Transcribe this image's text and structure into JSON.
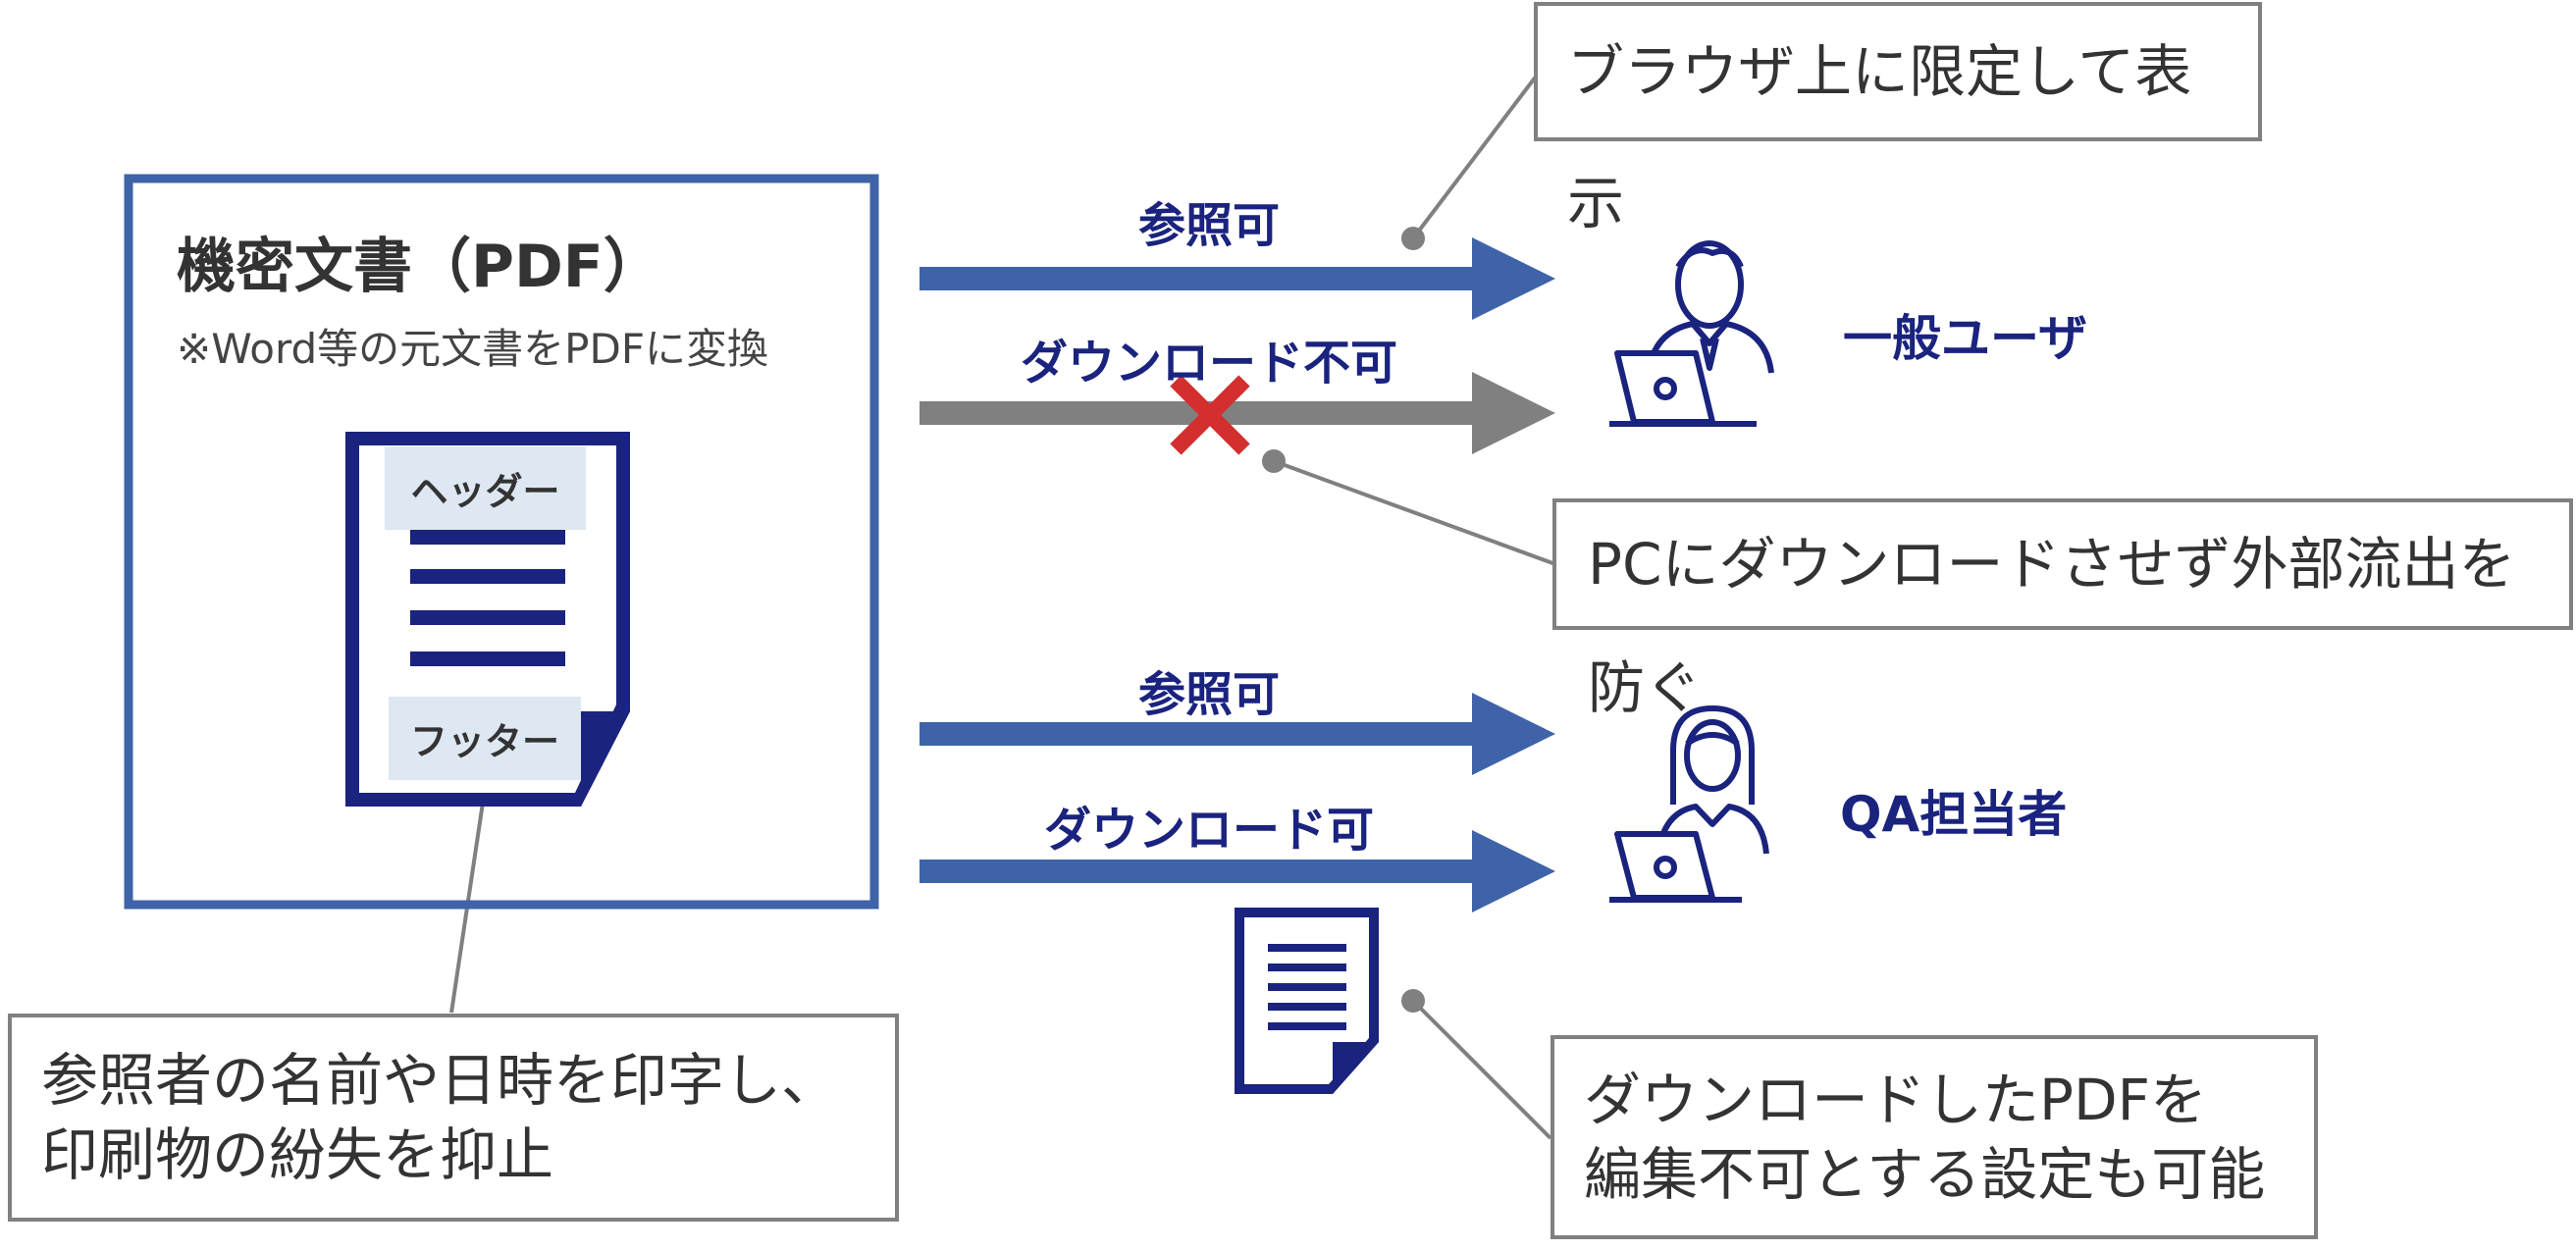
{
  "doc_box": {
    "title": "機密文書（PDF）",
    "note": "※Word等の元文書をPDFに変換",
    "header_label": "ヘッダー",
    "footer_label": "フッター"
  },
  "flows": [
    {
      "label": "参照可",
      "allowed": true
    },
    {
      "label": "ダウンロード不可",
      "allowed": false
    },
    {
      "label": "参照可",
      "allowed": true
    },
    {
      "label": "ダウンロード可",
      "allowed": true
    }
  ],
  "users": [
    {
      "name": "一般ユーザ",
      "icon": "male-user-laptop-icon"
    },
    {
      "name": "QA担当者",
      "icon": "female-user-laptop-icon"
    }
  ],
  "callouts": {
    "browser_only": "ブラウザ上に限定して表示",
    "no_download": "PCにダウンロードさせず外部流出を防ぐ",
    "watermark": [
      "参照者の名前や日時を印字し、",
      "印刷物の紛失を抑止"
    ],
    "edit_lock": [
      "ダウンロードしたPDFを",
      "編集不可とする設定も可能"
    ]
  },
  "colors": {
    "allowed_arrow": "#3f63a8",
    "denied_arrow": "#808080",
    "deny_mark": "#d32f2f",
    "navy": "#1a237e",
    "box_border": "#3f63a8",
    "callout_border": "#808080"
  }
}
